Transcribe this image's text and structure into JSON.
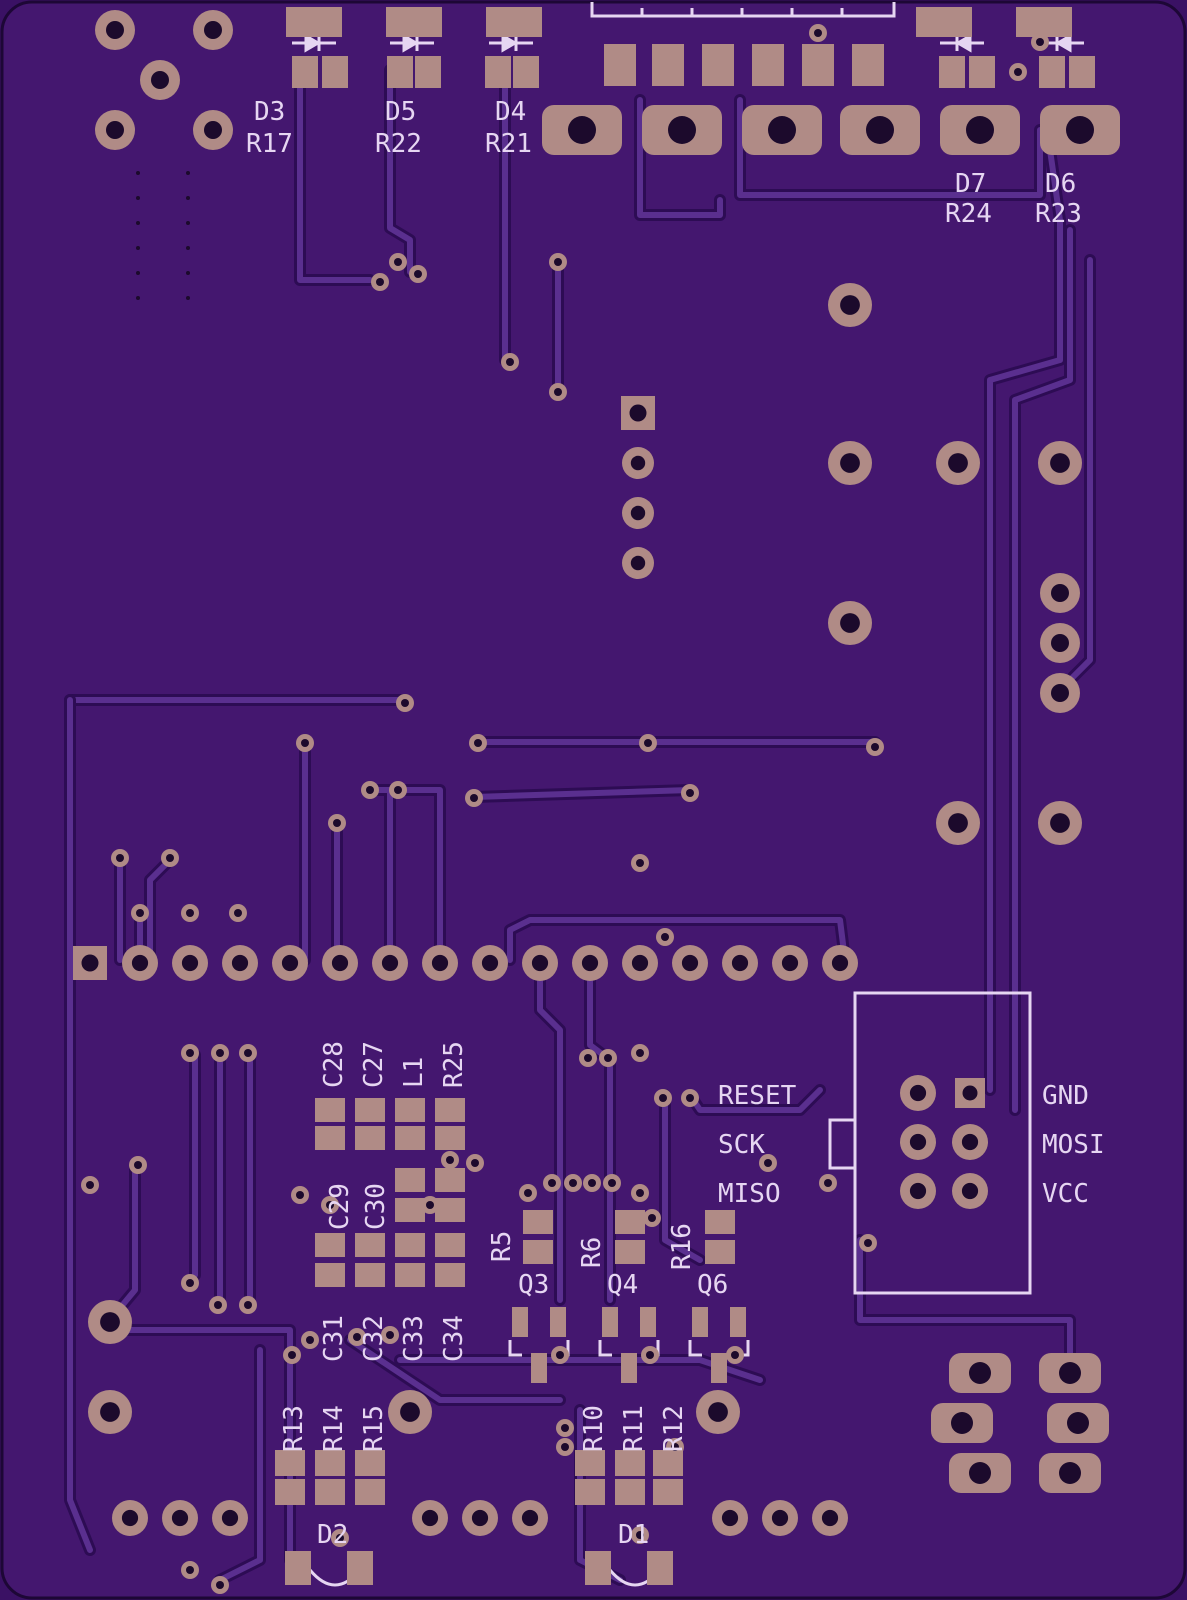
{
  "board": {
    "colors": {
      "outer": "#3a1164",
      "surface": "#44176f",
      "trace": "#5a2f8f",
      "copper": "#b08b86",
      "hole": "#1c0a2c",
      "silkscreen": "#e6d6f2"
    }
  },
  "labels": {
    "top": [
      {
        "id": "d3",
        "text": "D3"
      },
      {
        "id": "r17",
        "text": "R17"
      },
      {
        "id": "d5",
        "text": "D5"
      },
      {
        "id": "r22",
        "text": "R22"
      },
      {
        "id": "d4",
        "text": "D4"
      },
      {
        "id": "r21",
        "text": "R21"
      },
      {
        "id": "d7",
        "text": "D7"
      },
      {
        "id": "r24",
        "text": "R24"
      },
      {
        "id": "d6",
        "text": "D6"
      },
      {
        "id": "r23",
        "text": "R23"
      }
    ],
    "isp": [
      {
        "id": "reset",
        "text": "RESET"
      },
      {
        "id": "sck",
        "text": "SCK"
      },
      {
        "id": "miso",
        "text": "MISO"
      },
      {
        "id": "gnd",
        "text": "GND"
      },
      {
        "id": "mosi",
        "text": "MOSI"
      },
      {
        "id": "vcc",
        "text": "VCC"
      }
    ],
    "middle_vertical": [
      {
        "id": "c28",
        "text": "C28"
      },
      {
        "id": "c27",
        "text": "C27"
      },
      {
        "id": "l1",
        "text": "L1"
      },
      {
        "id": "r25",
        "text": "R25"
      },
      {
        "id": "c29",
        "text": "C29"
      },
      {
        "id": "c30",
        "text": "C30"
      },
      {
        "id": "c31",
        "text": "C31"
      },
      {
        "id": "c32",
        "text": "C32"
      },
      {
        "id": "c33",
        "text": "C33"
      },
      {
        "id": "c34",
        "text": "C34"
      },
      {
        "id": "r5",
        "text": "R5"
      },
      {
        "id": "r6",
        "text": "R6"
      },
      {
        "id": "r16",
        "text": "R16"
      },
      {
        "id": "r13",
        "text": "R13"
      },
      {
        "id": "r14",
        "text": "R14"
      },
      {
        "id": "r15",
        "text": "R15"
      },
      {
        "id": "r10",
        "text": "R10"
      },
      {
        "id": "r11",
        "text": "R11"
      },
      {
        "id": "r12",
        "text": "R12"
      }
    ],
    "middle_horizontal": [
      {
        "id": "q3",
        "text": "Q3"
      },
      {
        "id": "q4",
        "text": "Q4"
      },
      {
        "id": "q6",
        "text": "Q6"
      },
      {
        "id": "d2",
        "text": "D2"
      },
      {
        "id": "d1",
        "text": "D1"
      }
    ]
  }
}
